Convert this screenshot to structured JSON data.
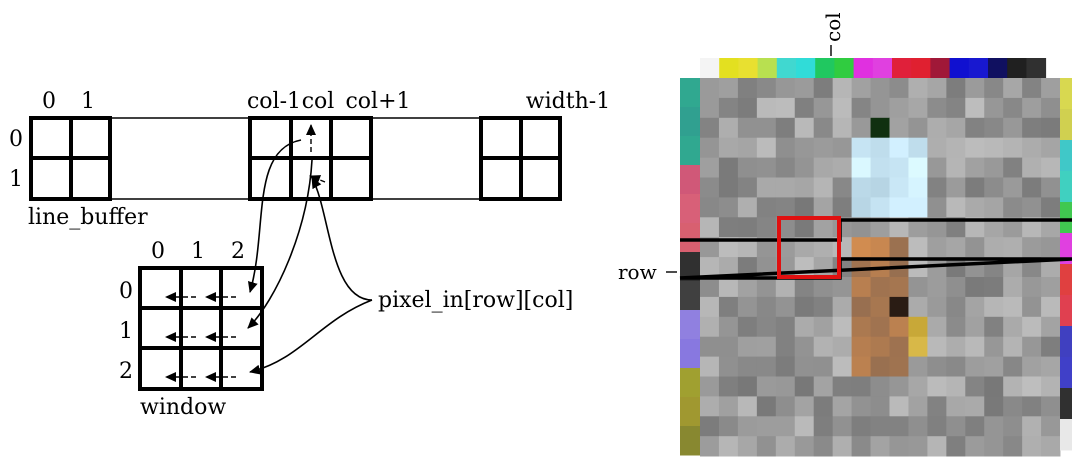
{
  "line_buffer": {
    "label": "line_buffer",
    "col_indices": [
      "0",
      "1",
      "col-1",
      "col",
      "col+1",
      "width-1"
    ],
    "row_indices": [
      "0",
      "1"
    ]
  },
  "window": {
    "label": "window",
    "col_indices": [
      "0",
      "1",
      "2"
    ],
    "row_indices": [
      "0",
      "1",
      "2"
    ]
  },
  "pixel_in": {
    "label": "pixel_in[row][col]"
  },
  "image": {
    "col_label": "col",
    "row_label": "row",
    "colors": {
      "highlight_window": "#e01010",
      "top_bar": [
        "#f4f4f4",
        "#e3e020",
        "#e8e030",
        "#b8e050",
        "#40d8d0",
        "#30dcd8",
        "#20c860",
        "#30cc40",
        "#e030e0",
        "#e040e0",
        "#e0203a",
        "#e02030",
        "#a01838",
        "#1010d0",
        "#1818d0",
        "#101060",
        "#202020",
        "#303030"
      ],
      "left_bar": [
        "#30a890",
        "#30a090",
        "#30a890",
        "#d05878",
        "#d86078",
        "#d86070",
        "#303030",
        "#404040",
        "#9080e0",
        "#8878e0",
        "#a0a030",
        "#a09830",
        "#888830"
      ],
      "right_bar": [
        "#d8d850",
        "#d0d050",
        "#40c8c8",
        "#40d0c0",
        "#40c850",
        "#e040e0",
        "#e04040",
        "#e04050",
        "#4040c0",
        "#4040c8",
        "#303030",
        "#e8e8e8"
      ]
    }
  }
}
